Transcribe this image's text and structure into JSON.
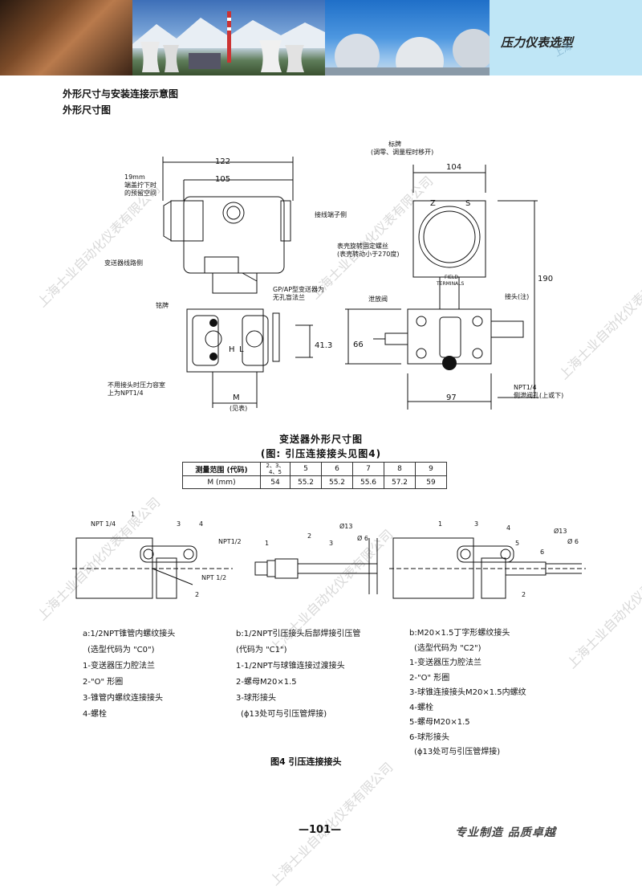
{
  "header": {
    "title": "压力仪表选型",
    "watermark": "上海"
  },
  "section_title": "外形尺寸与安装连接示意图",
  "sub_title": "外形尺寸图",
  "left_figure": {
    "dim_122": "122",
    "dim_105": "105",
    "dim_41_3": "41.3",
    "note_19mm": [
      "19mm",
      "端盖拧下时",
      "的预留空间"
    ],
    "terminal_side": "接线端子侧",
    "circuit_side": "变送器线路侧",
    "gp_note": [
      "GP/AP型变送器为",
      "无孔盲法兰"
    ],
    "nameplate": "铭牌",
    "h_mark": "H",
    "l_mark": "L",
    "pressure_note": [
      "不用接头时压力容室",
      "上为NPT1/4"
    ],
    "m_label": "M",
    "m_note": "(见表)"
  },
  "right_figure": {
    "tag_label": [
      "标牌",
      "(调零、调量程时移开)"
    ],
    "dim_104": "104",
    "dim_190": "190",
    "dim_66": "66",
    "dim_97": "97",
    "screw_note": [
      "表壳旋转固定螺丝",
      "(表壳转动小于270度)"
    ],
    "field_terminals": [
      "FIELD",
      "TERMINALS"
    ],
    "vent_valve": "泄放阀",
    "connector": "接头(注)",
    "npt_note": [
      "NPT1/4",
      "侧泄阀孔(上或下)"
    ],
    "z_mark": "Z",
    "s_mark": "S"
  },
  "table_caption": [
    "变送器外形尺寸图",
    "(图: 引压连接接头见图4)"
  ],
  "dimension_table": {
    "header_label": "测量范围 (代码)",
    "codes": [
      "2、3、4、5",
      "5",
      "6",
      "7",
      "8",
      "9"
    ],
    "row_label": "M (mm)",
    "values": [
      "54",
      "55.2",
      "55.2",
      "55.6",
      "57.2",
      "59"
    ]
  },
  "fig4_labels": {
    "a_npt14": "NPT 1/4",
    "a_npt12": "NPT 1/2",
    "b_npt12": "NPT1/2",
    "b_d13": "Ø13",
    "b_d6": "Ø 6",
    "c_d13": "Ø13",
    "c_d6": "Ø 6",
    "n1": "1",
    "n2": "2",
    "n3": "3",
    "n4": "4",
    "n5": "5",
    "n6": "6"
  },
  "list_a": [
    "a:1/2NPT锥管内螺纹接头",
    "(选型代码为 \"C0\")",
    "1-变送器压力腔法兰",
    "2-\"O\" 形圈",
    "3-锥管内螺纹连接接头",
    "4-螺栓"
  ],
  "list_b1": [
    "b:1/2NPT引压接头后部焊接引压管",
    "(代码为 \"C1\")",
    "1-1/2NPT与球锥连接过渡接头",
    "2-螺母M20×1.5",
    "3-球形接头",
    "(ϕ13处可与引压管焊接)"
  ],
  "list_b2": [
    "b:M20×1.5丁字形螺纹接头",
    "(选型代码为 \"C2\")",
    "1-变送器压力腔法兰",
    "2-\"O\" 形圈",
    "3-球锥连接接头M20×1.5内螺纹",
    "4-螺栓",
    "5-螺母M20×1.5",
    "6-球形接头",
    "(ϕ13处可与引压管焊接)"
  ],
  "fig4_caption": "图4 引压连接接头",
  "page_number": "—101—",
  "slogan": "专业制造  品质卓越",
  "watermark_text": "上海士业自动化仪表有限公司"
}
